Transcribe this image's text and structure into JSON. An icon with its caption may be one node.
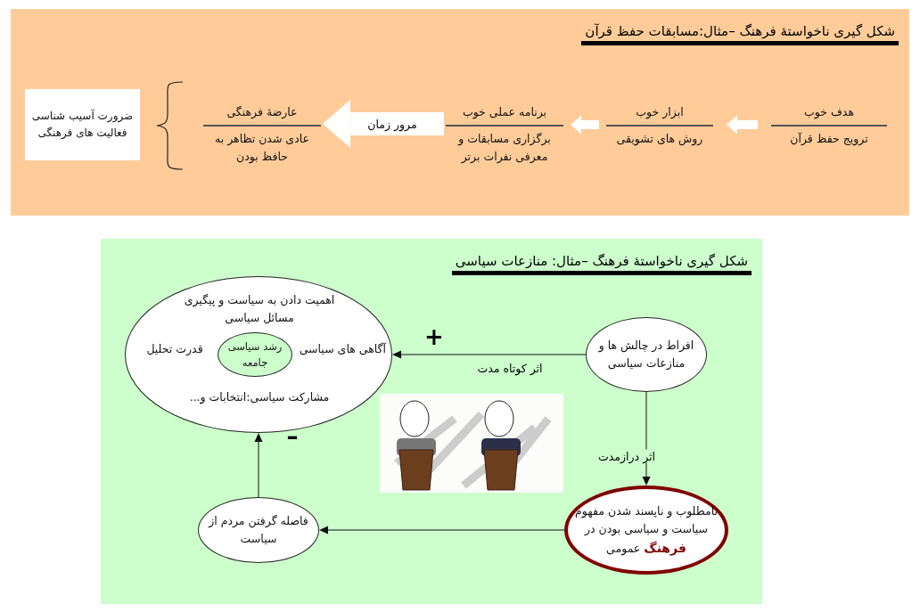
{
  "diagram": {
    "nodes": [
      {
        "text": [
          "شکل گیری ناخواستهٔ فرهنگ –مثال:مسابقات حفظ قرآن"
        ]
      },
      {
        "text": [
          "هدف خوب",
          "ترویج حفظ قرآن"
        ],
        "in": 0
      },
      {
        "text": [
          "ابزار خوب",
          "روش های تشویقی"
        ],
        "in": 0
      },
      {
        "text": [
          "برنامه عملی خوب",
          "برگزاری مسابقات و معرفی نفرات برتر"
        ],
        "in": 0
      },
      {
        "text": [
          "عارضهٔ فرهنگی",
          "عادی شدن تظاهر به حافظ بودن"
        ],
        "in": 0
      },
      {
        "text": [
          "ضرورت آسیب شناسی فعالیت های فرهنگی"
        ],
        "in": 0
      },
      {
        "text": [
          "شکل گیری ناخواستهٔ فرهنگ –مثال: منازعات سیاسی"
        ]
      },
      {
        "text": [
          "اهمیت دادن به سیاست و پیگیری مسائل سیاسی",
          "آگاهی های سیاسی",
          "قدرت تحلیل",
          "مشارکت سیاسی:انتخابات و..."
        ],
        "in": 6
      },
      {
        "text": [
          "رشد سیاسی جامعه"
        ],
        "in": 7
      },
      {
        "text": [
          "افراط در چالش ها و منازعات سیاسی"
        ],
        "in": 6
      },
      {
        "text": [
          "نامطلوب و ناپسند شدن مفهوم سیاست و سیاسی بودن در **فرهنگ** عمومی"
        ],
        "in": 6
      },
      {
        "text": [
          "فاصله گرفتن مردم از سیاست"
        ],
        "in": 6
      }
    ],
    "edges": [
      {
        "from": 1,
        "to": 2,
        "arrow": "to",
        "style": "thick",
        "color": "#ffffff"
      },
      {
        "from": 2,
        "to": 3,
        "arrow": "to",
        "style": "thick",
        "color": "#ffffff"
      },
      {
        "from": 3,
        "to": 4,
        "arrow": "to",
        "label": "مرور زمان",
        "style": "thick",
        "color": "#ffffff"
      },
      {
        "from": 9,
        "to": 7,
        "arrow": "to",
        "label": "اثر کوتاه مدت"
      },
      {
        "from": 9,
        "to": 10,
        "arrow": "to",
        "label": "اثر درازمدت"
      },
      {
        "from": 10,
        "to": 11,
        "arrow": "to"
      },
      {
        "from": 11,
        "to": 7,
        "arrow": "to"
      }
    ],
    "labels": [
      "+",
      "–"
    ]
  }
}
